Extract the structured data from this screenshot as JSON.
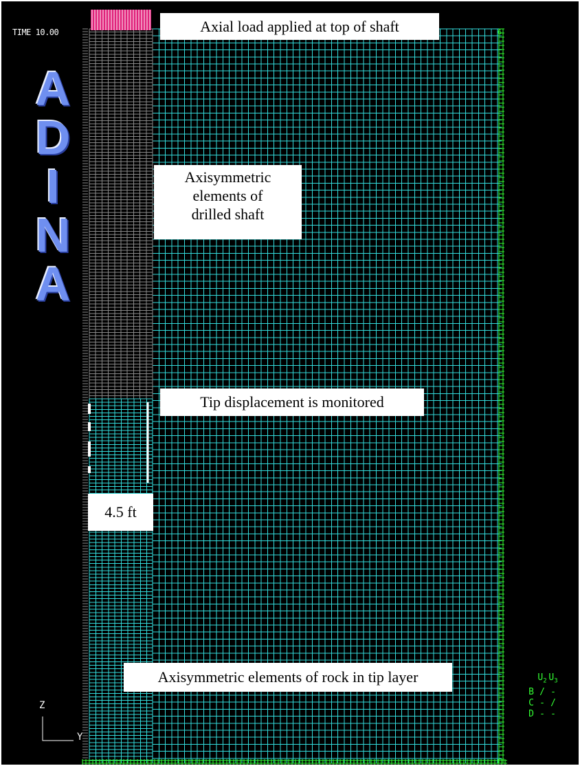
{
  "time_label": "TIME 10.00",
  "logo_letters": [
    "A",
    "D",
    "I",
    "N",
    "A"
  ],
  "callouts": {
    "axial_load": "Axial load applied at top of shaft",
    "shaft_elements": [
      "Axisymmetric",
      "elements of",
      "drilled shaft"
    ],
    "tip_displacement": "Tip displacement is monitored",
    "tip_length": "4.5 ft",
    "rock_elements": "Axisymmetric elements of rock in tip layer"
  },
  "axis_triad": {
    "vertical": "Z",
    "horizontal": "Y"
  },
  "boundary_table": {
    "headers": [
      {
        "base": "U",
        "sub": "2"
      },
      {
        "base": "U",
        "sub": "3"
      }
    ],
    "rows": [
      {
        "label": "B",
        "values": [
          "/",
          "-"
        ]
      },
      {
        "label": "C",
        "values": [
          "-",
          "/"
        ]
      },
      {
        "label": "D",
        "values": [
          "-",
          "-"
        ]
      }
    ]
  },
  "corner_mark": "6",
  "colors": {
    "background": "#000000",
    "rock_mesh": "#33dddd",
    "shaft_mesh": "#8a8a8a",
    "load_arrows": "#e0207a",
    "boundary": "#33ff33",
    "logo": "#6f8ff0"
  }
}
